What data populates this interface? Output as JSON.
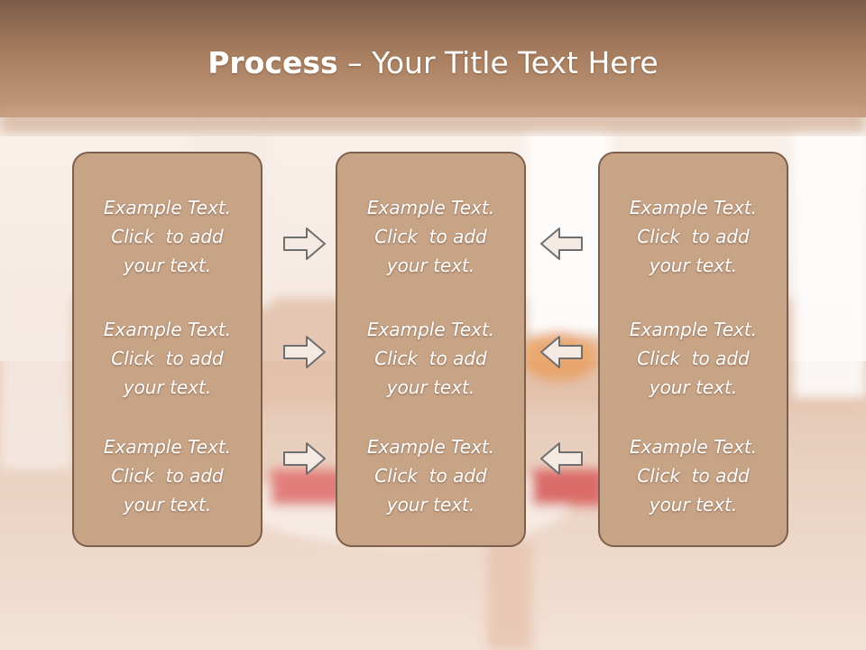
{
  "slide": {
    "title_bold": "Process",
    "title_rest": " – Your Title Text Here"
  },
  "columns": [
    {
      "items": [
        {
          "line1": "Example Text.",
          "line2": "Click  to add",
          "line3": "your text."
        },
        {
          "line1": "Example Text.",
          "line2": "Click  to add",
          "line3": "your text."
        },
        {
          "line1": "Example Text.",
          "line2": "Click  to add",
          "line3": "your text."
        }
      ]
    },
    {
      "items": [
        {
          "line1": "Example Text.",
          "line2": "Click  to add",
          "line3": "your text."
        },
        {
          "line1": "Example Text.",
          "line2": "Click  to add",
          "line3": "your text."
        },
        {
          "line1": "Example Text.",
          "line2": "Click  to add",
          "line3": "your text."
        }
      ]
    },
    {
      "items": [
        {
          "line1": "Example Text.",
          "line2": "Click  to add",
          "line3": "your text."
        },
        {
          "line1": "Example Text.",
          "line2": "Click  to add",
          "line3": "your text."
        },
        {
          "line1": "Example Text.",
          "line2": "Click  to add",
          "line3": "your text."
        }
      ]
    }
  ],
  "arrows": {
    "left_group": [
      "arrow-right-icon",
      "arrow-right-icon",
      "arrow-right-icon"
    ],
    "right_group": [
      "arrow-left-icon",
      "arrow-left-icon",
      "arrow-left-icon"
    ]
  },
  "colors": {
    "box_fill": "#c8a487",
    "box_border": "#7d5f4d",
    "header_band": "#a67c5f",
    "text": "#ffffff"
  }
}
